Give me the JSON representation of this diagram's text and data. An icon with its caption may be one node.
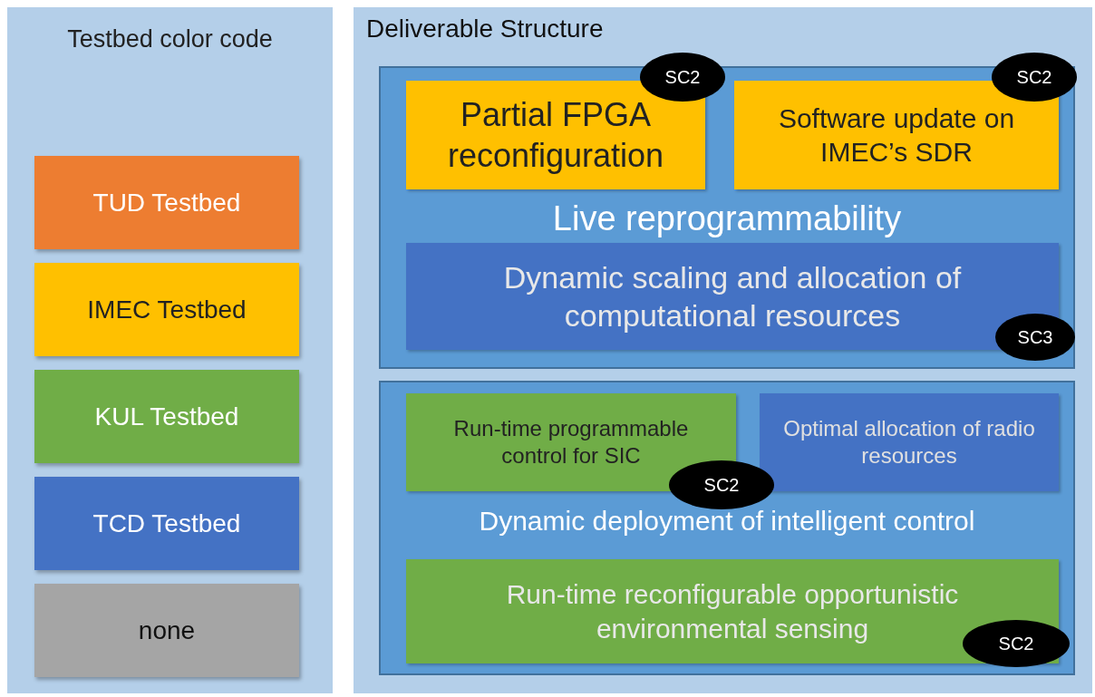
{
  "diagram": {
    "nodes": [
      {
        "text": [
          "Deliverable Structure"
        ]
      },
      {
        "text": [
          "Live reprogrammability"
        ],
        "in": 0
      },
      {
        "text": [
          "Partial FPGA reconfiguration"
        ],
        "in": 1
      },
      {
        "text": [
          "SC2"
        ],
        "in": 0
      },
      {
        "text": [
          "Software update on IMEC’s SDR"
        ],
        "in": 1
      },
      {
        "text": [
          "SC2"
        ],
        "in": 0
      },
      {
        "text": [
          "Dynamic scaling and allocation of computational resources"
        ],
        "in": 1
      },
      {
        "text": [
          "SC3"
        ],
        "in": 1
      },
      {
        "text": [
          "Dynamic deployment of intelligent control"
        ],
        "in": 0
      },
      {
        "text": [
          "Run-time programmable control for SIC"
        ],
        "in": 8
      },
      {
        "text": [
          "SC2"
        ],
        "in": 8
      },
      {
        "text": [
          "Optimal allocation of radio resources"
        ],
        "in": 8
      },
      {
        "text": [
          "Run-time reconfigurable opportunistic environmental sensing"
        ],
        "in": 8
      },
      {
        "text": [
          "SC2"
        ],
        "in": 8
      }
    ],
    "labels": [
      "Testbed color code"
    ],
    "legend": [
      {
        "text": "TUD Testbed",
        "color": "#ed7d31"
      },
      {
        "text": "IMEC Testbed",
        "color": "#ffc000"
      },
      {
        "text": "KUL Testbed",
        "color": "#70ad47"
      },
      {
        "text": "TCD Testbed",
        "color": "#4472c4"
      },
      {
        "text": "none",
        "color": "#a5a5a5"
      }
    ]
  }
}
